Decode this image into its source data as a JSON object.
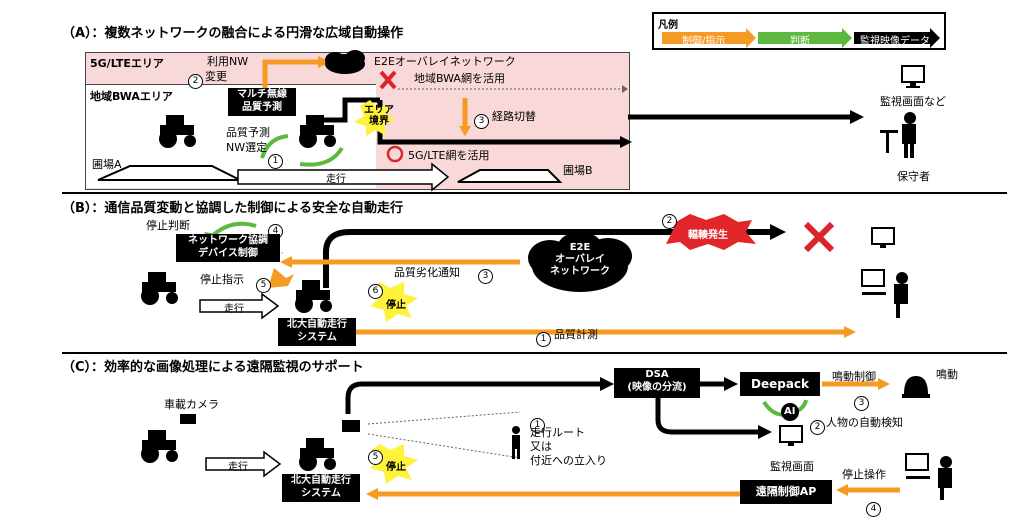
{
  "sectionA": {
    "title": "（A）：複数ネットワークの融合による円滑な広域自動操作",
    "zone_lte": "5G/LTEエリア",
    "zone_bwa": "地域BWAエリア",
    "nw_change": "利用NW",
    "nw_change2": "変更",
    "nw_change_num": "2",
    "e2e": "E2Eオーバレイネットワーク",
    "bwa_use": "地域BWA網を活用",
    "multi_box": "マルチ無線\n品質予測",
    "area_border": "エリア\n境界",
    "route_switch": "経路切替",
    "route_switch_num": "3",
    "quality_predict": "品質予測",
    "nw_select": "NW選定",
    "nw_select_num": "1",
    "lte_use": "5G/LTE網を活用",
    "field_a": "圃場A",
    "field_b": "圃場B",
    "travel": "走行",
    "monitor_label": "監視画面など",
    "maintainer": "保守者"
  },
  "legend": {
    "title": "凡例",
    "control": "制御/指示",
    "judge": "判断",
    "video": "監視映像データ",
    "colors": {
      "control": "#f59a23",
      "judge": "#5cb83e",
      "video": "#000000"
    }
  },
  "sectionB": {
    "title": "（B）：通信品質変動と協調した制御による安全な自動走行",
    "stop_judge": "停止判断",
    "stop_judge_num": "4",
    "nw_box": "ネットワーク協調\nデバイス制御",
    "congestion_num": "2",
    "congestion": "輻輳発生",
    "quality_notice": "品質劣化通知",
    "quality_notice_num": "3",
    "e2e_cloud": "E2E\nオーバレイ\nネットワーク",
    "stop_instr": "停止指示",
    "stop_instr_num": "5",
    "travel": "走行",
    "stop_num": "6",
    "stop": "停止",
    "system_box": "北大自動走行\nシステム",
    "quality_measure": "品質計測",
    "quality_measure_num": "1"
  },
  "sectionC": {
    "title": "（C）：効率的な画像処理による遠隔監視のサポート",
    "camera": "車載カメラ",
    "travel": "走行",
    "stop_num": "5",
    "stop": "停止",
    "system_box": "北大自動走行\nシステム",
    "route_num": "1",
    "route_text": "走行ルート\n又は\n付近への立入り",
    "dsa_box": "DSA\n(映像の分流)",
    "deepack_box": "Deepack",
    "alarm_ctrl": "鳴動制御",
    "alarm_ctrl_num": "3",
    "alarm": "鳴動",
    "ai": "AI",
    "detect_num": "2",
    "detect": "人物の自動検知",
    "monitor": "監視画面",
    "stop_op": "停止操作",
    "stop_op_num": "4",
    "remote_box": "遠隔制御AP"
  }
}
